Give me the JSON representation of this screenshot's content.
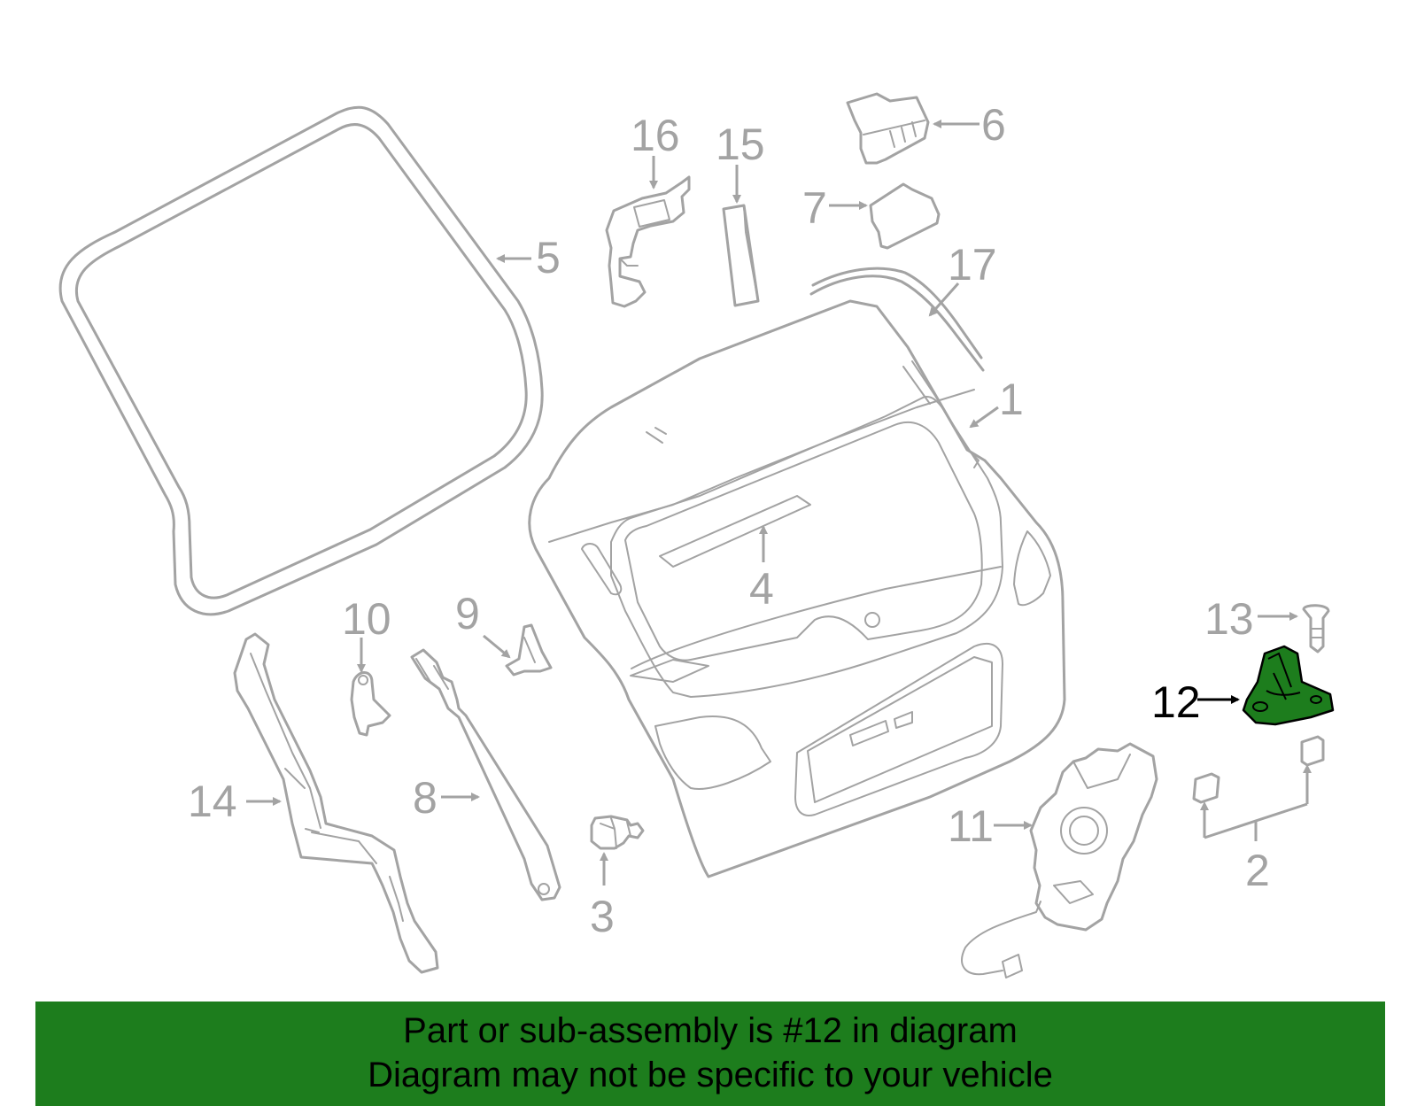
{
  "callouts": {
    "c1": "1",
    "c2": "2",
    "c3": "3",
    "c4": "4",
    "c5": "5",
    "c6": "6",
    "c7": "7",
    "c8": "8",
    "c9": "9",
    "c10": "10",
    "c11": "11",
    "c12": "12",
    "c13": "13",
    "c14": "14",
    "c15": "15",
    "c16": "16",
    "c17": "17"
  },
  "highlight_part": "12",
  "colors": {
    "line": "#a3a3a3",
    "highlight_fill": "#1d7d1d",
    "banner": "#1d7d1d",
    "text": "#000000"
  },
  "banner": {
    "line1": "Part or sub-assembly is #12 in diagram",
    "line2": "Diagram may not be specific to your vehicle"
  }
}
